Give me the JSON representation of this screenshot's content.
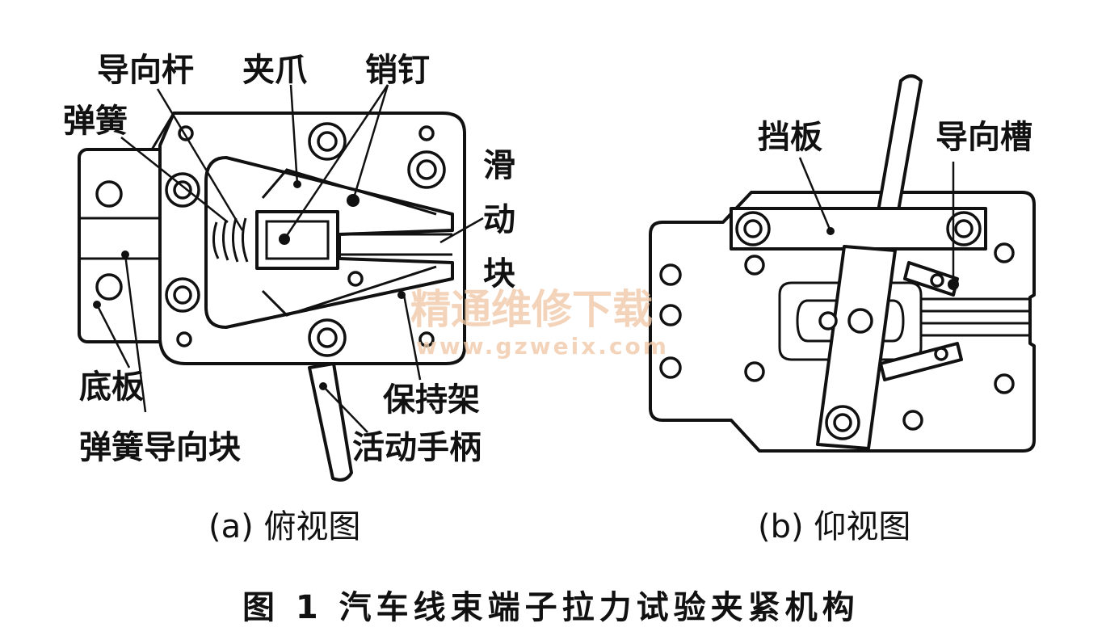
{
  "figure": {
    "caption": "图 1   汽车线束端子拉力试验夹紧机构",
    "watermark_cn": "精通维修下载",
    "watermark_url": "www.gzweix.com"
  },
  "view_a": {
    "subtitle": "(a) 俯视图",
    "labels": {
      "guide_rod": "导向杆",
      "jaw": "夹爪",
      "pin": "销钉",
      "spring": "弹簧",
      "slider_1": "滑",
      "slider_2": "动",
      "slider_3": "块",
      "base_plate": "底板",
      "spring_guide_block": "弹簧导向块",
      "holder": "保持架",
      "movable_handle": "活动手柄"
    }
  },
  "view_b": {
    "subtitle": "(b) 仰视图",
    "labels": {
      "baffle": "挡板",
      "guide_slot": "导向槽"
    }
  }
}
